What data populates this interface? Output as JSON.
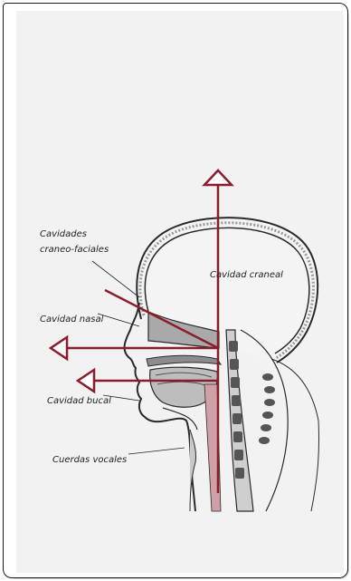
{
  "labels": {
    "cranio_facial_1": "Cavidades",
    "cranio_facial_2": "craneo-faciales",
    "cranial": "Cavidad craneal",
    "nasal": "Cavidad nasal",
    "oral": "Cavidad bucal",
    "vocal": "Cuerdas vocales"
  },
  "colors": {
    "arrow": "#8a1c2b",
    "skull": "#7a7a7a",
    "tissue": "#bdbdbd",
    "outline": "#2a2a2a"
  }
}
